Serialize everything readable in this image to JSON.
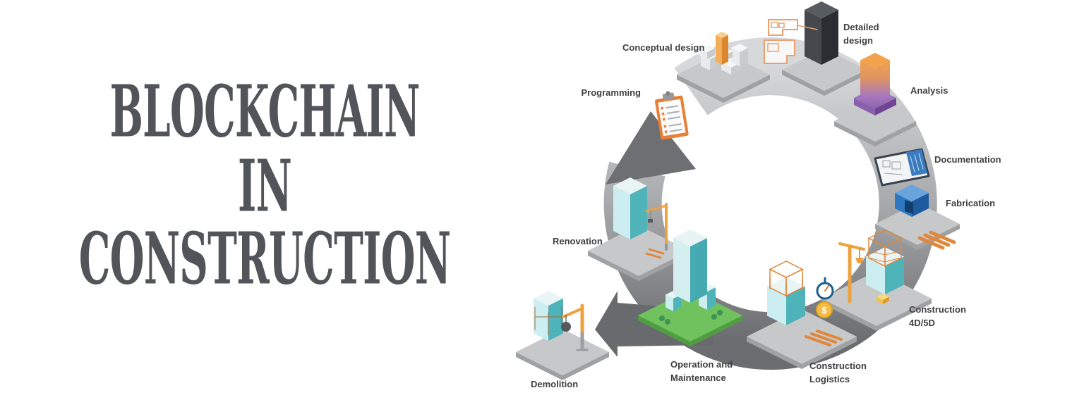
{
  "title": {
    "line1": "BLOCKCHAIN",
    "line2": "IN",
    "line3": "CONSTRUCTION"
  },
  "diagram": {
    "coin_symbol": "$",
    "stages": [
      {
        "id": "programming",
        "label": "Programming",
        "icon": "clipboard-checklist-icon"
      },
      {
        "id": "conceptual-design",
        "label": "Conceptual design",
        "icon": "city-blocks-icon"
      },
      {
        "id": "detailed-design",
        "label": "Detailed\ndesign",
        "icon": "dark-tower-floorplans-icon"
      },
      {
        "id": "analysis",
        "label": "Analysis",
        "icon": "heatmap-tower-icon"
      },
      {
        "id": "documentation",
        "label": "Documentation",
        "icon": "blueprint-panel-icon"
      },
      {
        "id": "fabrication",
        "label": "Fabrication",
        "icon": "container-beams-icon"
      },
      {
        "id": "construction-4d5d",
        "label": "Construction\n4D/5D",
        "icon": "crane-scaffold-building-icon"
      },
      {
        "id": "construction-logistics",
        "label": "Construction\nLogistics",
        "icon": "scaffold-stopwatch-coin-icon"
      },
      {
        "id": "operation-maintenance",
        "label": "Operation and\nMaintenance",
        "icon": "green-campus-tower-icon"
      },
      {
        "id": "demolition",
        "label": "Demolition",
        "icon": "wrecking-ball-crane-icon"
      },
      {
        "id": "renovation",
        "label": "Renovation",
        "icon": "renovation-crane-tower-icon"
      }
    ],
    "colors": {
      "title_gray": "#515459",
      "label_gray": "#3f3f41",
      "ring_light": "#d7d8da",
      "ring_dark": "#6c6d70",
      "accent_orange": "#e8913f",
      "teal": "#4fb3ba",
      "purple": "#8f63b0",
      "blue": "#2f77c0",
      "green": "#6fc25e"
    }
  }
}
